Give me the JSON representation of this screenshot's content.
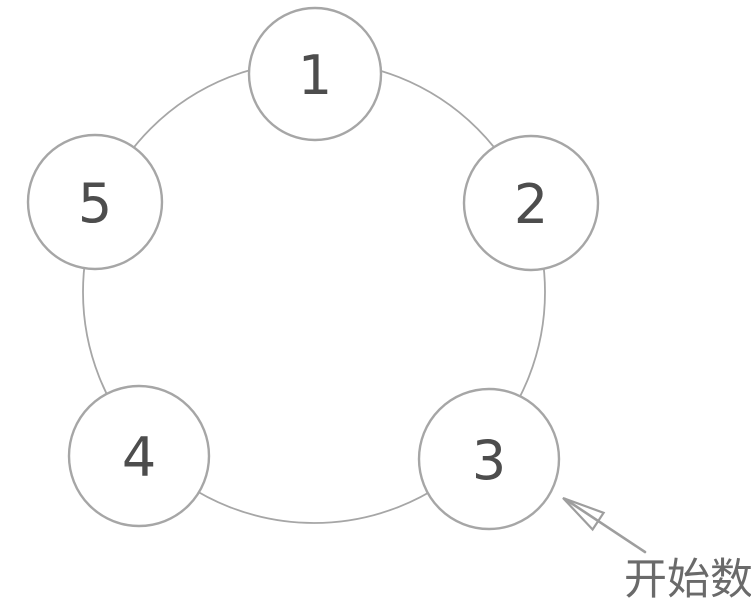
{
  "colors": {
    "stroke-color": "#a6a6a6",
    "number-color": "#4d4d4d",
    "arrow-color": "#9e9e9e",
    "text-color": "#6a6a6a"
  },
  "diagram": {
    "type": "circular-counting-diagram",
    "nodes": [
      {
        "label": "1",
        "position": "top"
      },
      {
        "label": "2",
        "position": "upper-right"
      },
      {
        "label": "3",
        "position": "lower-right"
      },
      {
        "label": "4",
        "position": "lower-left"
      },
      {
        "label": "5",
        "position": "upper-left"
      }
    ],
    "annotation": {
      "text": "开始数",
      "target_node": "3"
    }
  }
}
